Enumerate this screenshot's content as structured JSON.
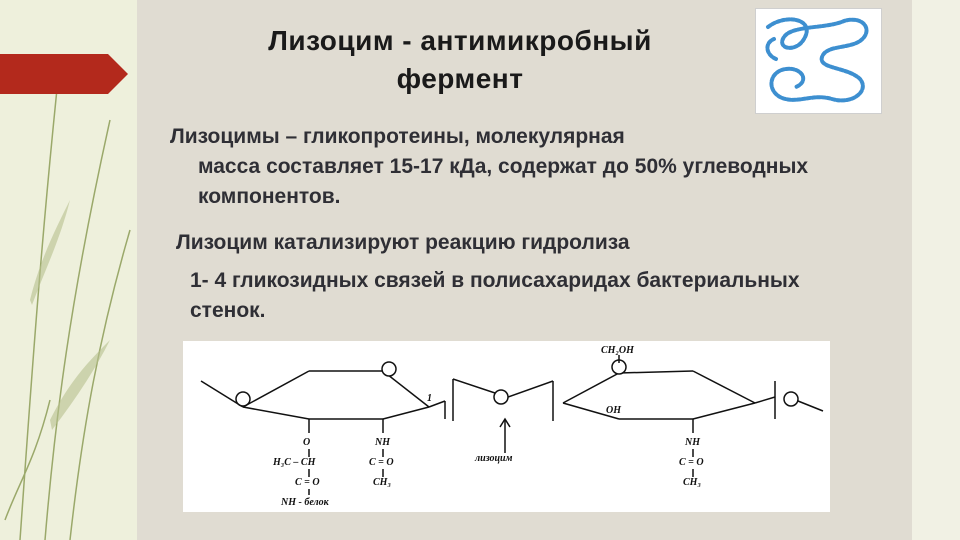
{
  "slide": {
    "title_line1": "Лизоцим  - антимикробный",
    "title_line2": "фермент",
    "paragraph1_line1": "Лизоцимы – гликопротеины, молекулярная",
    "paragraph1_rest": "масса составляет 15-17 кДа, содержат до 50% углеводных компонентов.",
    "paragraph2": "Лизоцим катализируют реакцию гидролиза",
    "paragraph3": "1- 4 гликозидных связей в полисахаридах бактериальных стенок."
  },
  "diagram": {
    "ch2oh": "CH₂OH",
    "oh": "OH",
    "bond_label": "1",
    "enzyme_label": "лизоцим",
    "left_o": "O",
    "left_ch": "H₃C – CH",
    "left_co": "C = O",
    "left_nh_belok": "NH - белок",
    "mid_nh": "NH",
    "mid_co": "C = O",
    "mid_ch3": "CH₃",
    "right_nh": "NH",
    "right_co": "C = O",
    "right_ch3": "CH₃"
  },
  "colors": {
    "marker_red": "#b3291c",
    "protein_blue": "#3d8fd0",
    "text": "#2f2f35"
  },
  "icons": {
    "protein": "lysozyme-protein-chain-image",
    "marker": "red-arrow-marker",
    "decor": "grass-stems-decoration"
  }
}
